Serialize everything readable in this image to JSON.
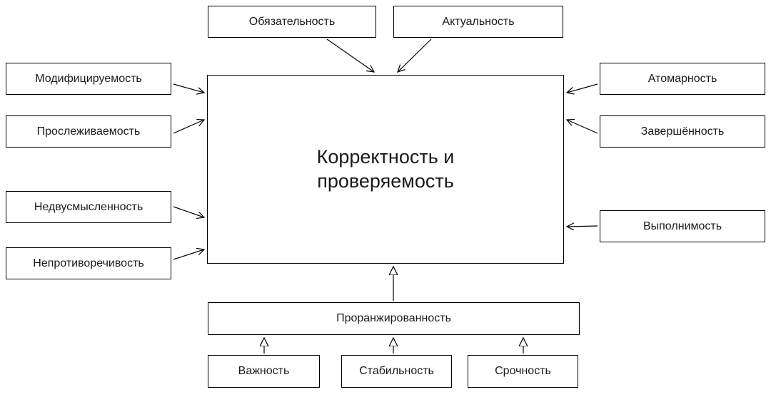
{
  "diagram": {
    "center": {
      "label": "Корректность и проверяемость"
    },
    "top": [
      {
        "label": "Обязательность"
      },
      {
        "label": "Актуальность"
      }
    ],
    "left": [
      {
        "label": "Модифицируемость"
      },
      {
        "label": "Прослеживаемость"
      },
      {
        "label": "Недвусмысленность"
      },
      {
        "label": "Непротиворечивость"
      }
    ],
    "right": [
      {
        "label": "Атомарность"
      },
      {
        "label": "Завершённость"
      },
      {
        "label": "Выполнимость"
      }
    ],
    "bottom": {
      "label": "Проранжированность"
    },
    "sub": [
      {
        "label": "Важность"
      },
      {
        "label": "Стабильность"
      },
      {
        "label": "Срочность"
      }
    ],
    "colors": {
      "line": "#000000",
      "background": "#ffffff",
      "text": "#1a1a1a"
    }
  }
}
